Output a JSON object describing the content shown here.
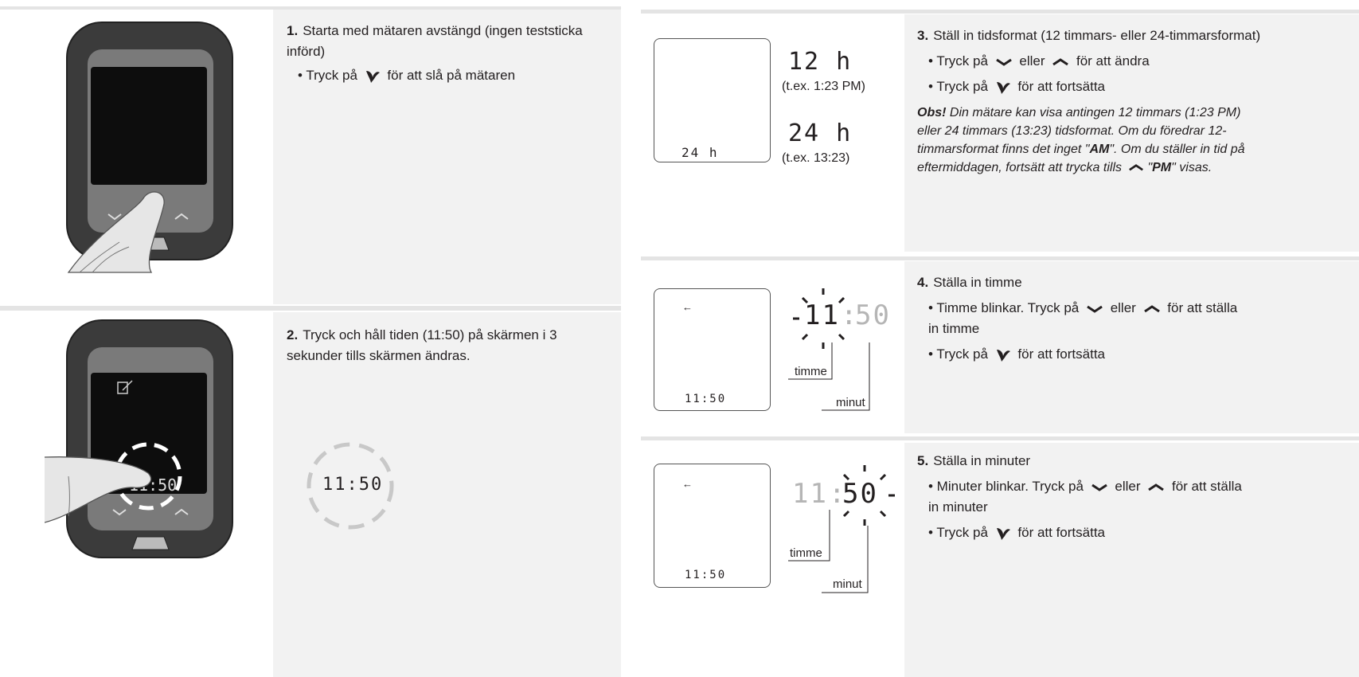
{
  "step1": {
    "number": "1.",
    "text": "Starta med mätaren avstängd (ingen teststicka införd)",
    "bullet_pre": "• Tryck på",
    "bullet_post": "för att slå på mätaren"
  },
  "step2": {
    "number": "2.",
    "text": "Tryck och håll tiden (11:50) på skärmen i 3 sekunder tills skärmen ändras.",
    "display_time": "11:50"
  },
  "step3": {
    "number": "3.",
    "text": "Ställ in tidsformat (12 timmars- eller 24-timmarsformat)",
    "bullet1_pre": "• Tryck på",
    "bullet1_mid": "eller",
    "bullet1_post": "för att ändra",
    "bullet2_pre": "• Tryck på",
    "bullet2_post": "för att fortsätta",
    "note_label": "Obs!",
    "note_text": "Din mätare kan visa antingen 12 timmars (1:23 PM) eller 24 timmars (13:23) tidsformat. Om du föredrar 12-timmarsformat finns det inget ",
    "note_am": "AM",
    "note_text2": ". Om du ställer in tid på eftermiddagen, fortsätt att trycka tills ",
    "note_pm": "PM",
    "note_text3": " visas.",
    "lcd_value": "24 h",
    "opt12": "12 h",
    "opt12_example": "(t.ex. 1:23 PM)",
    "opt24": "24 h",
    "opt24_example": "(t.ex. 13:23)"
  },
  "step4": {
    "number": "4.",
    "text": "Ställa in timme",
    "bullet1_pre": "• Timme blinkar. Tryck på",
    "bullet1_mid": "eller",
    "bullet1_post": "för att ställa in timme",
    "bullet2_pre": "• Tryck på",
    "bullet2_post": "för att fortsätta",
    "hours": "11",
    "minutes": "50",
    "lcd_time": "11:50",
    "label_hour": "timme",
    "label_minute": "minut"
  },
  "step5": {
    "number": "5.",
    "text": "Ställa in minuter",
    "bullet1_pre": "• Minuter blinkar. Tryck på",
    "bullet1_mid": "eller",
    "bullet1_post": "för att ställa in minuter",
    "bullet2_pre": "• Tryck på",
    "bullet2_post": "för att fortsätta",
    "hours": "11",
    "minutes": "50",
    "lcd_time": "11:50",
    "label_hour": "timme",
    "label_minute": "minut"
  },
  "icons": {
    "ok_button": "butterfly-icon",
    "down_button": "chevron-down-icon",
    "up_button": "chevron-up-icon"
  }
}
